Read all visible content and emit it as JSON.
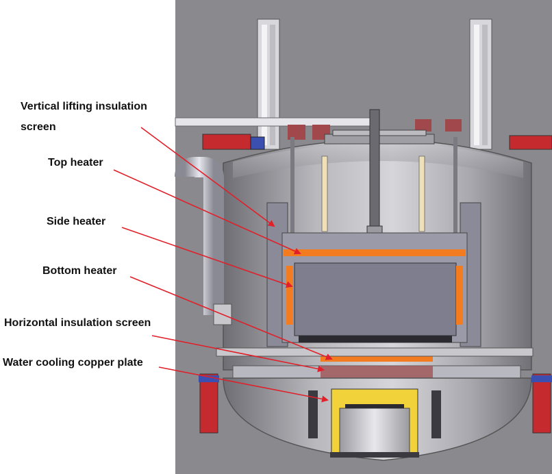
{
  "labels": {
    "vertical_lifting_line1": "Vertical lifting insulation",
    "vertical_lifting_line2": "screen",
    "top_heater": "Top heater",
    "side_heater": "Side heater",
    "bottom_heater": "Bottom heater",
    "horizontal_insulation": "Horizontal insulation screen",
    "water_cooling": "Water cooling copper plate"
  },
  "colors": {
    "arrow": "#e0202a",
    "heater": "#f47c20",
    "copper_plate": "#a0585a",
    "shell": "#9a9aa0",
    "background_panel": "#8a8a8e",
    "yellow_base": "#f2d23a"
  }
}
